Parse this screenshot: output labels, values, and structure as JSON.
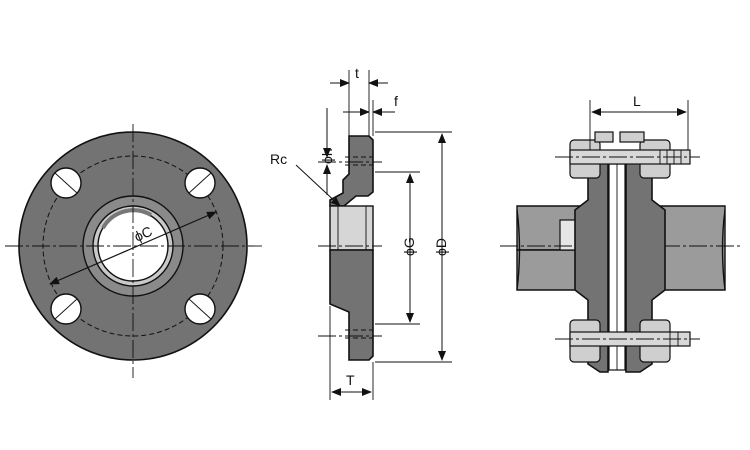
{
  "labels": {
    "phi_c": "ϕC",
    "t": "t",
    "f": "f",
    "rc": "Rc",
    "phi_h": "ϕh",
    "phi_g": "ϕG",
    "phi_d": "ϕD",
    "big_t": "T",
    "l": "L"
  }
}
